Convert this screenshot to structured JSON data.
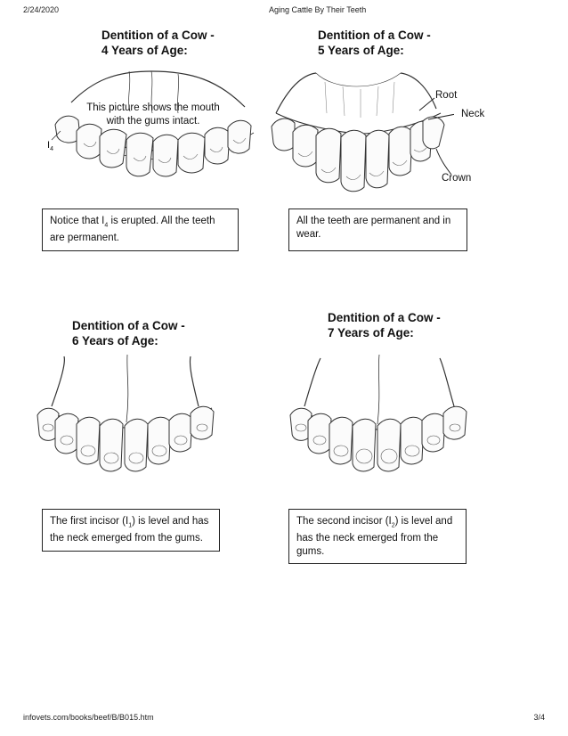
{
  "header": {
    "date": "2/24/2020",
    "title": "Aging Cattle By Their Teeth"
  },
  "footer": {
    "url": "infovets.com/books/beef/B/B015.htm",
    "page": "3/4"
  },
  "panels": [
    {
      "title_line1": "Dentition of a Cow -",
      "title_line2": "4 Years of Age:",
      "inset_note_line1": "This picture shows the mouth",
      "inset_note_line2": "with the gums intact.",
      "tooth_label": "I",
      "tooth_label_sub": "4",
      "caption_pre": "Notice that I",
      "caption_sub": "4",
      "caption_post": " is erupted.  All the teeth are permanent."
    },
    {
      "title_line1": "Dentition of a Cow -",
      "title_line2": "5 Years of Age:",
      "label_root": "Root",
      "label_neck": "Neck",
      "label_crown": "Crown",
      "caption": "All the teeth are permanent and in wear."
    },
    {
      "title_line1": "Dentition of a Cow -",
      "title_line2": "6 Years of Age:",
      "caption_pre": "The first incisor (I",
      "caption_sub": "1",
      "caption_post": ") is level and has the neck emerged from the gums."
    },
    {
      "title_line1": "Dentition of a Cow -",
      "title_line2": "7 Years of Age:",
      "caption_pre": "The second incisor (I",
      "caption_sub": "2",
      "caption_post": ") is level and has the neck emerged from the gums."
    }
  ]
}
